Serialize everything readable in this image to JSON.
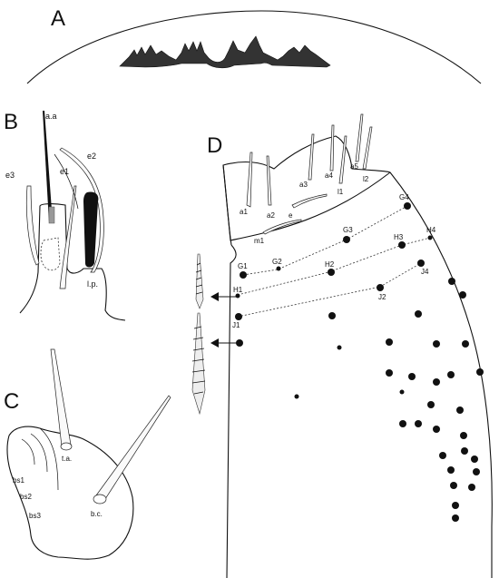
{
  "panels": {
    "a": "A",
    "b": "B",
    "c": "C",
    "d": "D"
  },
  "panel_b_labels": {
    "aa": "a.a",
    "e1": "e1",
    "e2": "e2",
    "e3": "e3",
    "lp": "l.p."
  },
  "panel_c_labels": {
    "ta": "t.a.",
    "bc": "b.c.",
    "bs1": "bs1",
    "bs2": "bs2",
    "bs3": "bs3"
  },
  "panel_d_labels": {
    "a1": "a1",
    "a2": "a2",
    "a3": "a3",
    "a4": "a4",
    "a5": "a5",
    "l1": "l1",
    "l2": "l2",
    "e": "e",
    "m1": "m1",
    "G1": "G1",
    "G2": "G2",
    "G3": "G3",
    "G4": "G4",
    "H1": "H1",
    "H2": "H2",
    "H3": "H3",
    "H4": "H4",
    "J1": "J1",
    "J2": "J2",
    "J4": "J4"
  }
}
